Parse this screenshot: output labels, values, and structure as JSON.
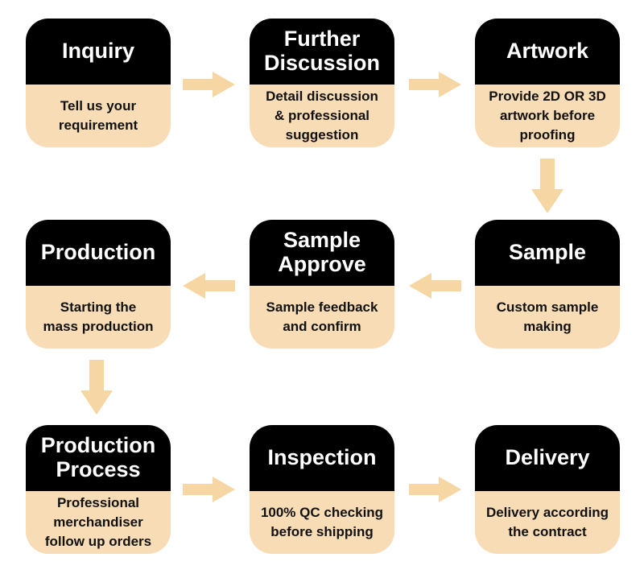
{
  "flowchart": {
    "steps": [
      {
        "title": "Inquiry",
        "description": "Tell us your\nrequirement"
      },
      {
        "title": "Further\nDiscussion",
        "description": "Detail discussion\n& professional\nsuggestion"
      },
      {
        "title": "Artwork",
        "description": "Provide 2D OR 3D\nartwork before\nproofing"
      },
      {
        "title": "Sample",
        "description": "Custom sample\nmaking"
      },
      {
        "title": "Sample\nApprove",
        "description": "Sample feedback\nand confirm"
      },
      {
        "title": "Production",
        "description": "Starting the\nmass production"
      },
      {
        "title": "Production\nProcess",
        "description": "Professional\nmerchandiser\nfollow up orders"
      },
      {
        "title": "Inspection",
        "description": "100% QC checking\nbefore shipping"
      },
      {
        "title": "Delivery",
        "description": "Delivery according\nthe contract"
      }
    ],
    "colors": {
      "header_bg": "#000000",
      "header_text": "#ffffff",
      "body_bg": "#f8dcb5",
      "body_text": "#111111",
      "arrow": "#f6d6a3",
      "background": "#ffffff"
    }
  }
}
